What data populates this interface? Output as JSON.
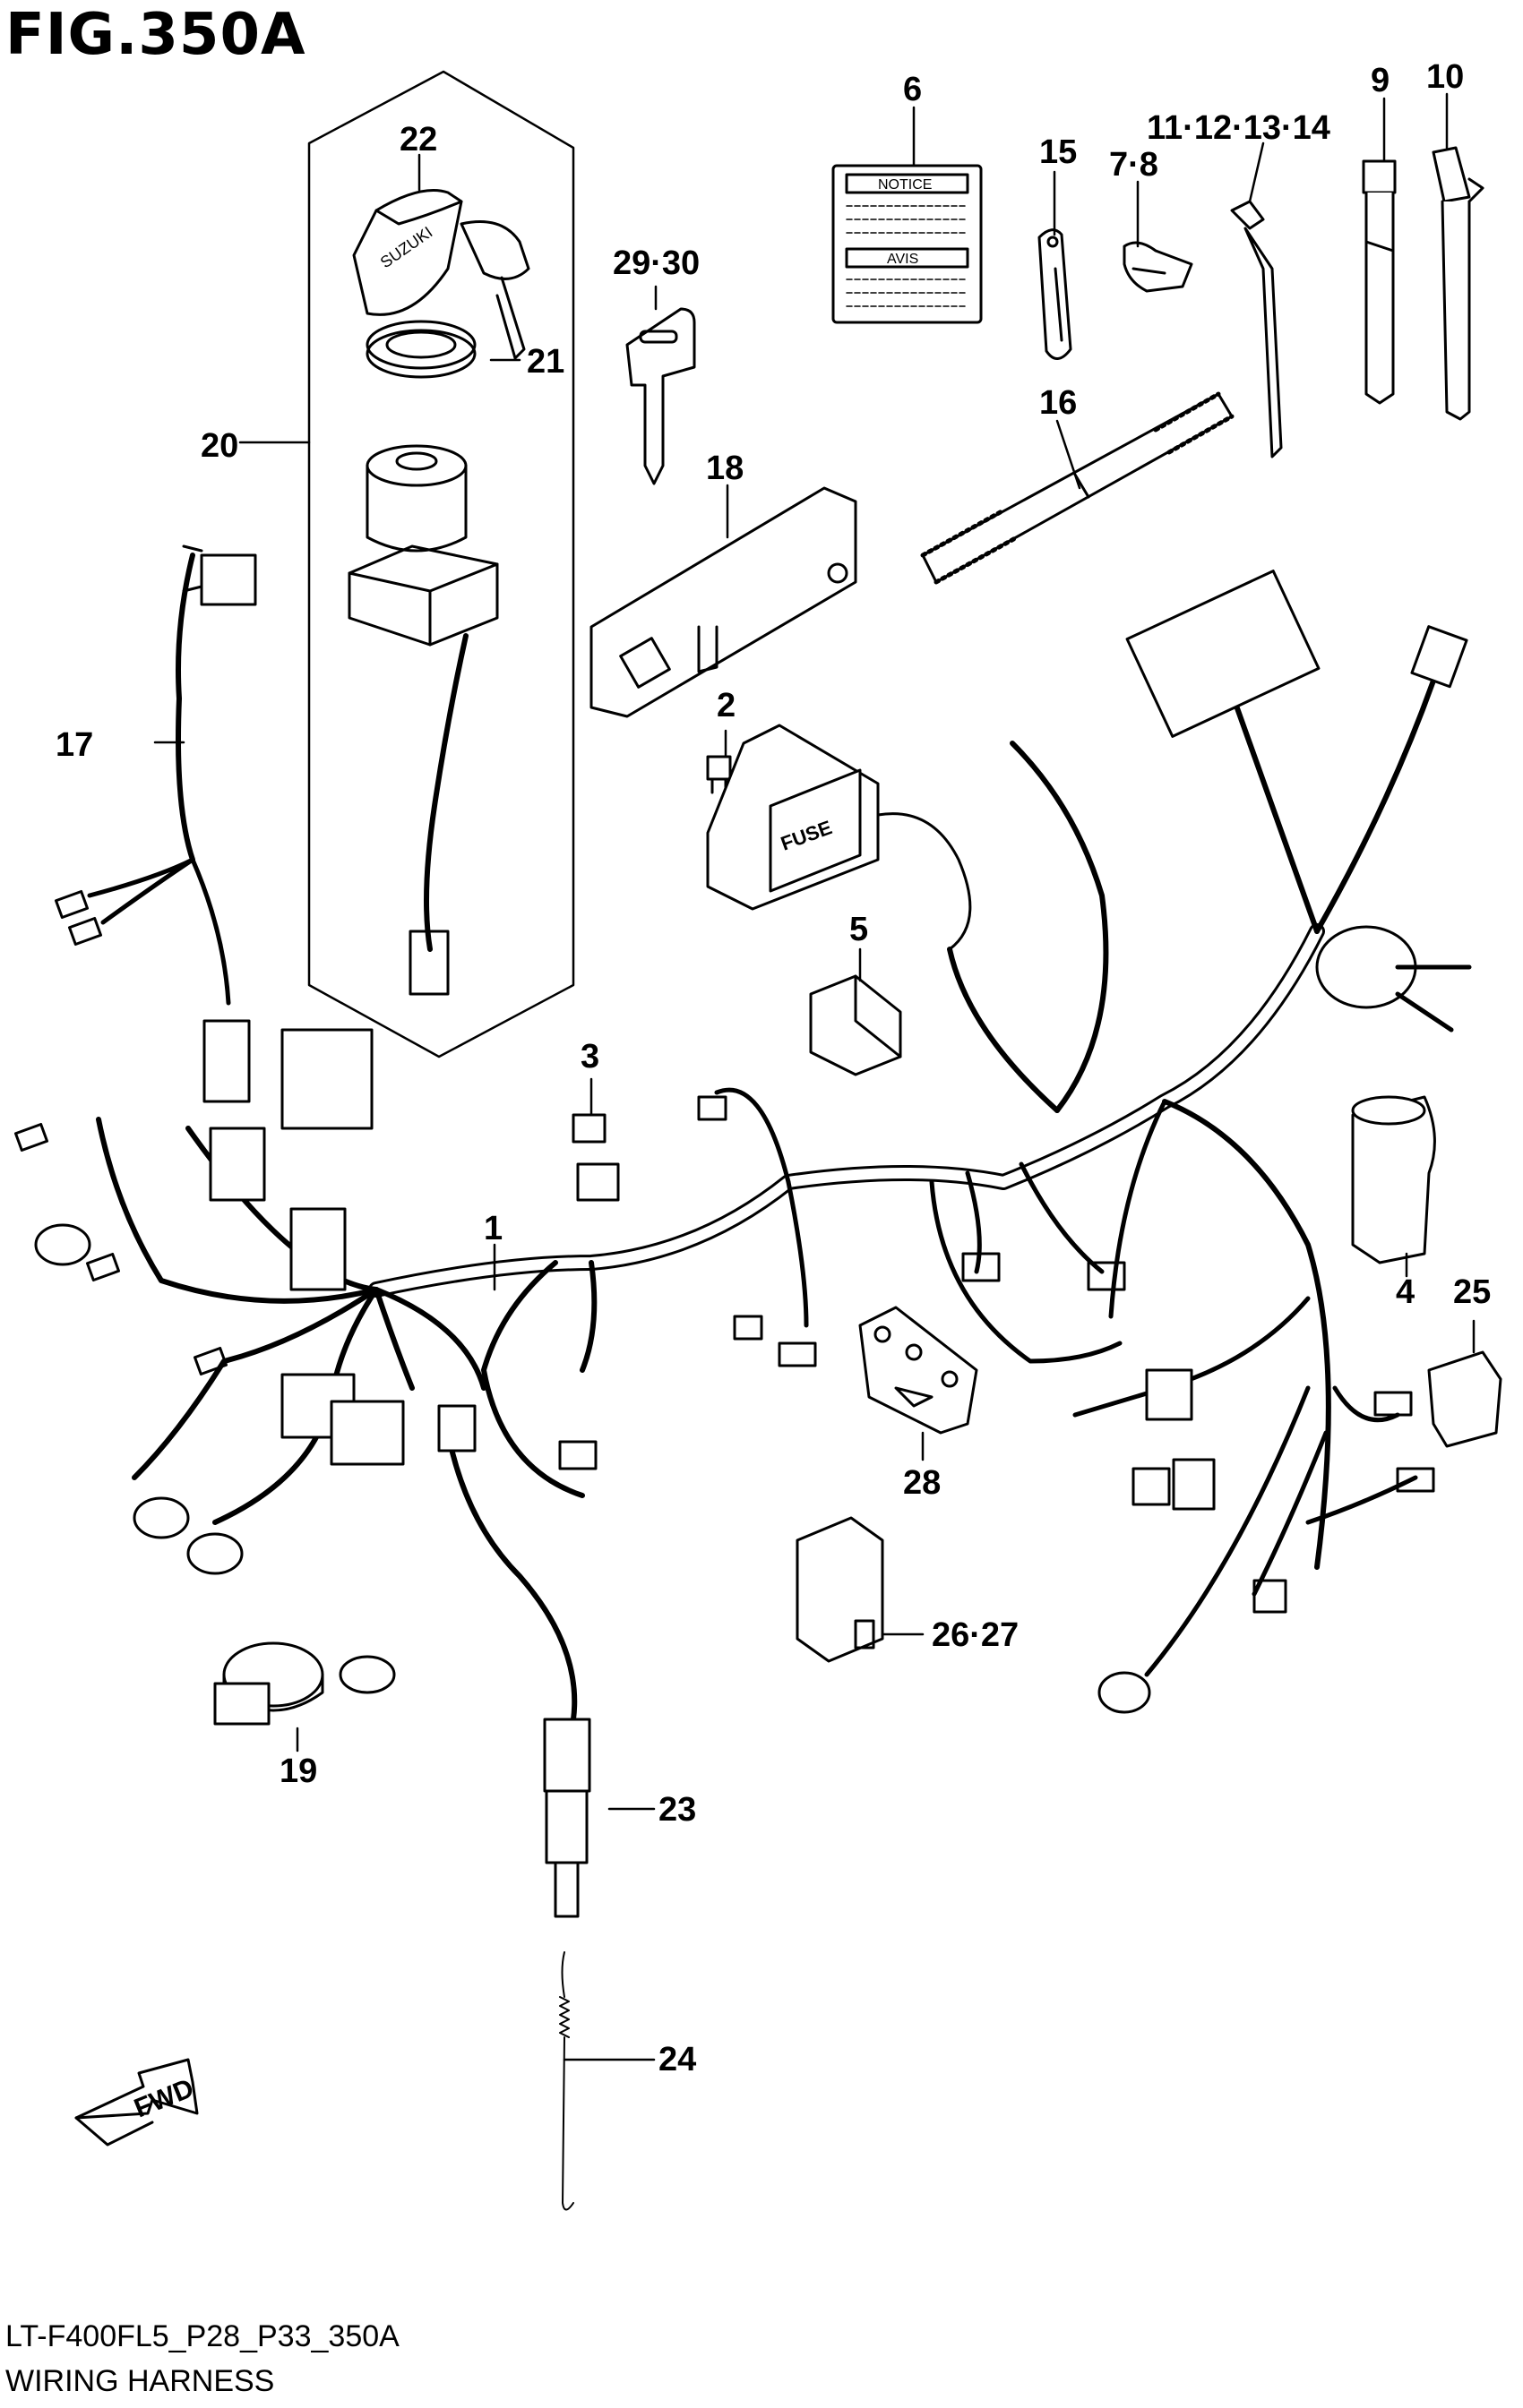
{
  "figure": {
    "title": "FIG.350A",
    "code": "LT-F400FL5_P28_P33_350A",
    "name": "WIRING HARNESS",
    "fwd_label": "FWD"
  },
  "label_text": {
    "notice": "NOTICE",
    "avis": "AVIS",
    "fuse": "FUSE",
    "brand": "SUZUKI"
  },
  "callouts": {
    "c1": "1",
    "c2": "2",
    "c3": "3",
    "c4": "4",
    "c5": "5",
    "c6": "6",
    "c7_8": "7·8",
    "c9": "9",
    "c10": "10",
    "c11_14": "11·12·13·14",
    "c15": "15",
    "c16": "16",
    "c17": "17",
    "c18": "18",
    "c19": "19",
    "c20": "20",
    "c21": "21",
    "c22": "22",
    "c23": "23",
    "c24": "24",
    "c25": "25",
    "c26_27": "26·27",
    "c28": "28",
    "c29_30": "29·30"
  }
}
